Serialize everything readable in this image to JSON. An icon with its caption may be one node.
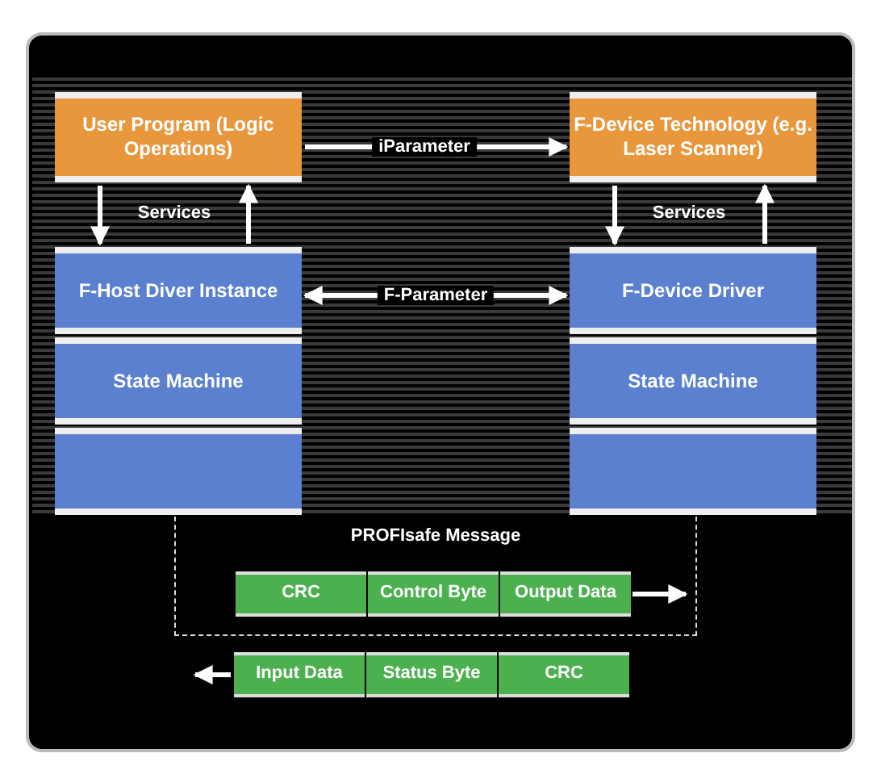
{
  "diagram": {
    "nodes": [
      {
        "text": [
          "User Program (Logic Operations)"
        ]
      },
      {
        "text": [
          "F-Device Technology (e.g. Laser Scanner)"
        ]
      },
      {
        "text": [
          "F-Host Diver Instance"
        ]
      },
      {
        "text": [
          "F-Device Driver"
        ]
      },
      {
        "text": [
          "State Machine"
        ]
      },
      {
        "text": [
          "State Machine"
        ]
      },
      {
        "text": [],
        "shape": "box"
      },
      {
        "text": [],
        "shape": "box"
      },
      {
        "text": [
          "PROFIsafe Message"
        ]
      },
      {
        "text": [
          "CRC"
        ],
        "in": 8
      },
      {
        "text": [
          "Control Byte"
        ],
        "in": 8
      },
      {
        "text": [
          "Output Data"
        ],
        "in": 8
      },
      {
        "text": [
          "Input Data"
        ]
      },
      {
        "text": [
          "Status Byte"
        ]
      },
      {
        "text": [
          "CRC"
        ]
      }
    ],
    "edges": [
      {
        "from": 0,
        "to": 2,
        "arrow": "to"
      },
      {
        "from": 2,
        "to": 0,
        "arrow": "to"
      },
      {
        "from": 1,
        "to": 3,
        "arrow": "to"
      },
      {
        "from": 3,
        "to": 1,
        "arrow": "to"
      },
      {
        "from": 0,
        "to": 1,
        "arrow": "to",
        "label": "iParameter"
      },
      {
        "from": 2,
        "to": 3,
        "arrow": "both",
        "label": "F-Parameter"
      },
      {
        "from": 11,
        "to": null,
        "arrow": "to"
      },
      {
        "from": 12,
        "to": null,
        "arrow": "to"
      }
    ],
    "labels": [
      "Services",
      "Services"
    ]
  }
}
